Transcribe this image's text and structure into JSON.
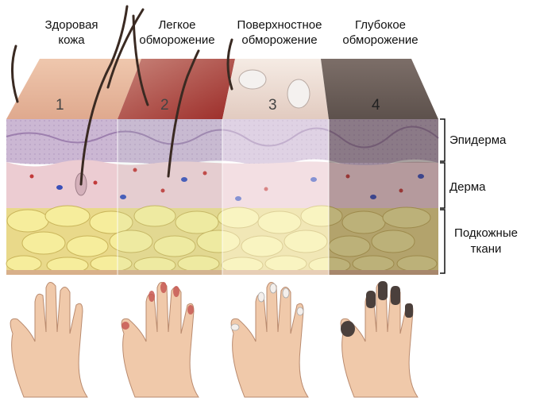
{
  "top_labels": {
    "healthy": "Здоровая\nкожа",
    "mild": "Легкое\nобморожение",
    "superficial": "Поверхностное\nобморожение",
    "deep": "Глубокое\nобморожение"
  },
  "section_numbers": [
    "1",
    "2",
    "3",
    "4"
  ],
  "layer_labels": {
    "epidermis": "Эпидерма",
    "dermis": "Дерма",
    "subcutaneous": "Подкожные\nткани"
  },
  "colors": {
    "healthy_surface": "#e6b79c",
    "mild_surface": "#a83a32",
    "superficial_surface": "#eee0d8",
    "deep_surface": "#6f615b",
    "epidermis": "#c9b2d0",
    "dermis": "#e7c6cc",
    "fat": "#f3e88a",
    "skin_hand": "#f0c9aa"
  },
  "icons": [
    "hair-strand-icon",
    "blister-icon",
    "hand-palm-icon",
    "bracket-icon"
  ]
}
